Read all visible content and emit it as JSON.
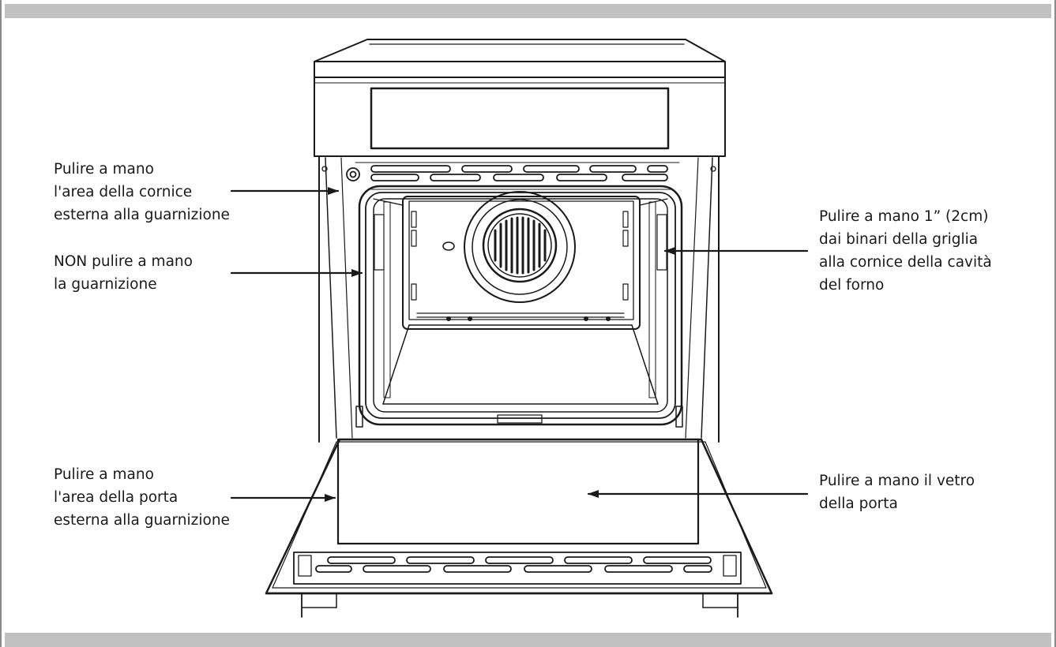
{
  "labels": {
    "frame_outside_gasket": [
      "Pulire a mano",
      "l'area della cornice",
      "esterna alla guarnizione"
    ],
    "gasket": [
      "NON pulire a mano",
      "la guarnizione"
    ],
    "door_outside_gasket": [
      "Pulire a mano",
      "l'area della porta",
      "esterna alla guarnizione"
    ],
    "rack_rails": [
      "Pulire a mano 1” (2cm)",
      "dai binari della griglia",
      "alla cornice della cavità",
      "del forno"
    ],
    "door_glass": [
      "Pulire a mano il vetro",
      "della porta"
    ]
  },
  "colors": {
    "line": "#1a1a1a",
    "band": "#c1c1c1",
    "frame": "#8a8a8a"
  },
  "icons": [
    "oven-fan-icon",
    "arrow-icon"
  ]
}
